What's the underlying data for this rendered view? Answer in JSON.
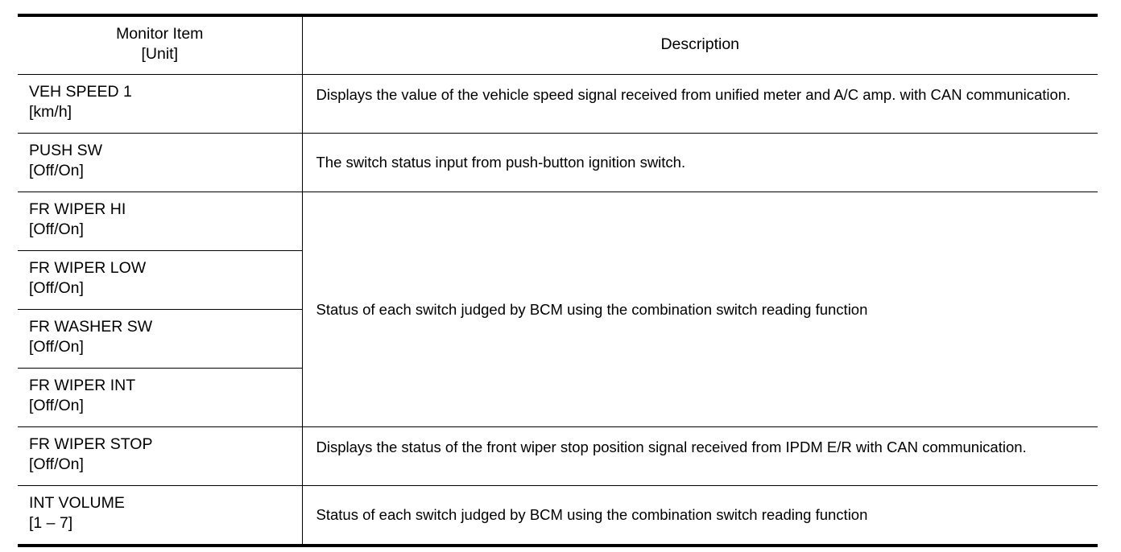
{
  "table": {
    "headers": {
      "item_line1": "Monitor Item",
      "item_line2": "[Unit]",
      "description": "Description"
    },
    "rows": [
      {
        "name": "VEH SPEED 1",
        "unit": "[km/h]",
        "description": "Displays the value of the vehicle speed signal received from unified meter and A/C amp. with CAN communication."
      },
      {
        "name": "PUSH SW",
        "unit": "[Off/On]",
        "description": "The switch status input from push-button ignition switch."
      },
      {
        "name": "FR WIPER HI",
        "unit": "[Off/On]",
        "description": ""
      },
      {
        "name": "FR WIPER LOW",
        "unit": "[Off/On]",
        "description": ""
      },
      {
        "name": "FR WASHER SW",
        "unit": "[Off/On]",
        "description": ""
      },
      {
        "name": "FR WIPER INT",
        "unit": "[Off/On]",
        "description": ""
      },
      {
        "name": "FR WIPER STOP",
        "unit": "[Off/On]",
        "description": "Displays the status of the front wiper stop position signal received from IPDM E/R with CAN communication."
      },
      {
        "name": "INT VOLUME",
        "unit": "[1 – 7]",
        "description": "Status of each switch judged by BCM using the combination switch reading function"
      }
    ],
    "merged_description": "Status of each switch judged by BCM using the combination switch reading function"
  }
}
